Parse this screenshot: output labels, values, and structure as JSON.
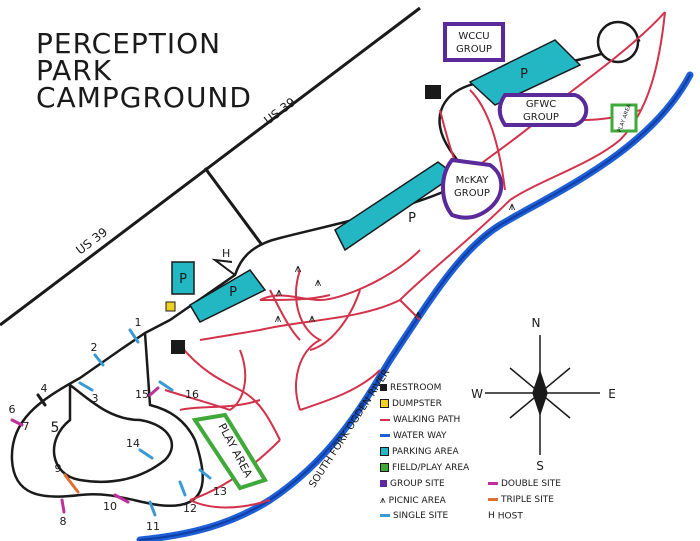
{
  "title": [
    "PERCEPTION",
    "PARK",
    "CAMPGROUND"
  ],
  "highway_label_top": "US 39",
  "highway_label_left": "US 39",
  "river_label": "SOUTH FORK OGDEN RIVER",
  "compass": {
    "n": "N",
    "s": "S",
    "e": "E",
    "w": "W"
  },
  "groups": {
    "wccu": [
      "WCCU",
      "GROUP"
    ],
    "gfwc": [
      "GFWC",
      "GROUP"
    ],
    "mckay": [
      "McKAY",
      "GROUP"
    ]
  },
  "play_area_small": "PLAY AREA",
  "play_area_large": "PLAY AREA",
  "parking_symbol": "P",
  "host_symbol": "H",
  "picnic_symbol": "⩚",
  "site_numbers": [
    "1",
    "2",
    "3",
    "4",
    "5",
    "6",
    "7",
    "8",
    "9",
    "10",
    "11",
    "12",
    "13",
    "14",
    "15",
    "16"
  ],
  "legend": [
    {
      "key": "restroom",
      "label": "RESTROOM",
      "color": "#1a1a1a"
    },
    {
      "key": "dumpster",
      "label": "DUMPSTER",
      "color": "#f0d020"
    },
    {
      "key": "walking",
      "label": "WALKING PATH",
      "color": "#d2324a"
    },
    {
      "key": "water",
      "label": "WATER WAY",
      "color": "#1f5fd6"
    },
    {
      "key": "parking",
      "label": "PARKING AREA",
      "color": "#23b7c4"
    },
    {
      "key": "field",
      "label": "FIELD/PLAY AREA",
      "color": "#3fa93a"
    },
    {
      "key": "group",
      "label": "GROUP SITE",
      "color": "#5a2a9a"
    },
    {
      "key": "picnic",
      "label": "PICNIC AREA",
      "color": "#1a1a1a"
    },
    {
      "key": "single",
      "label": "SINGLE SITE",
      "color": "#3a9ad6"
    },
    {
      "key": "double",
      "label": "DOUBLE SITE",
      "color": "#c0309a"
    },
    {
      "key": "triple",
      "label": "TRIPLE SITE",
      "color": "#e07030"
    },
    {
      "key": "host",
      "label": "HOST",
      "color": "#1a1a1a"
    }
  ],
  "colors": {
    "road": "#1a1a1a",
    "walking": "#d2324a",
    "water": "#1f5fd6",
    "parking": "#23b7c4",
    "field": "#3fa93a",
    "group": "#5a2a9a",
    "single": "#3a9ad6",
    "double": "#c0309a",
    "triple": "#e07030"
  }
}
